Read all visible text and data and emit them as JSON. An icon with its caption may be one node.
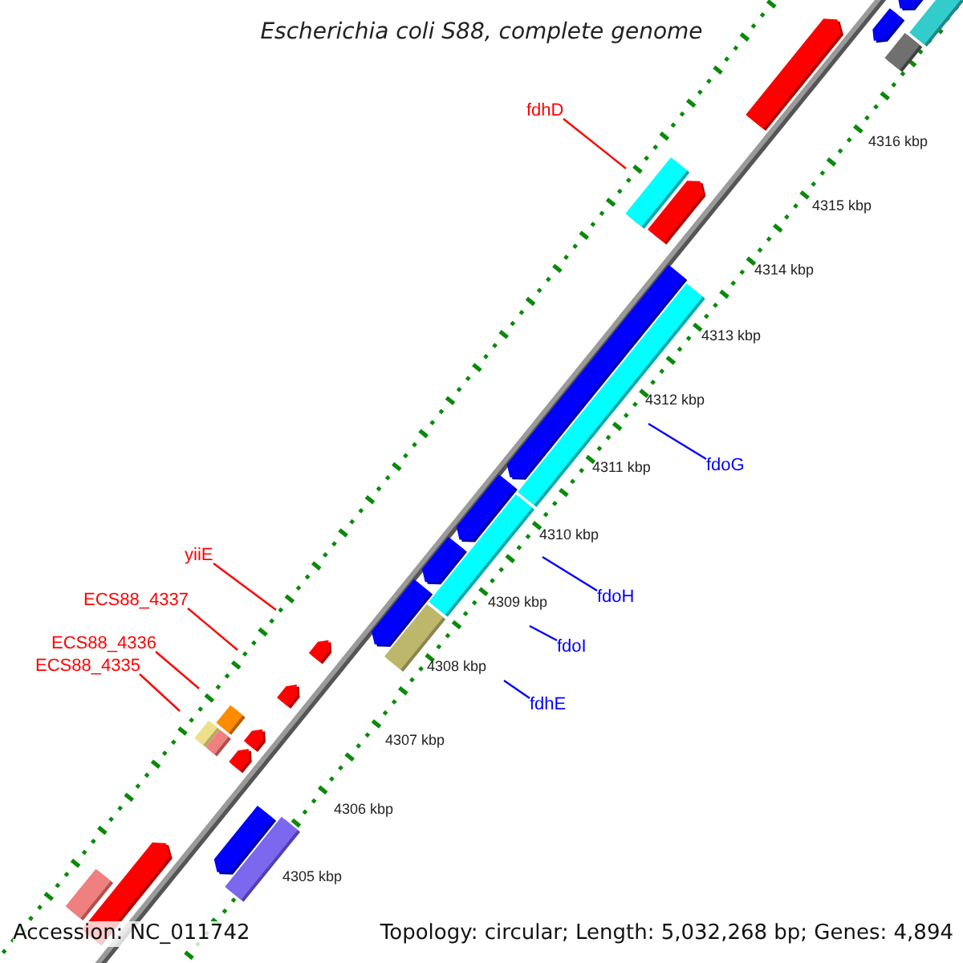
{
  "diagram": {
    "title": "Escherichia coli S88, complete genome",
    "nodes": [
      {
        "text": [
          "fdhD"
        ]
      },
      {
        "text": [
          "yiiE"
        ]
      },
      {
        "text": [
          "ECS88_4337"
        ]
      },
      {
        "text": [
          "ECS88_4336"
        ]
      },
      {
        "text": [
          "ECS88_4335"
        ]
      },
      {
        "text": [
          "fdoG"
        ]
      },
      {
        "text": [
          "fdoH"
        ]
      },
      {
        "text": [
          "fdoI"
        ]
      },
      {
        "text": [
          "fdhE"
        ]
      }
    ],
    "edges": [
      {
        "from": 0,
        "to": null,
        "arrow": "none"
      },
      {
        "from": 1,
        "to": null,
        "arrow": "none"
      },
      {
        "from": 2,
        "to": null,
        "arrow": "none"
      },
      {
        "from": 3,
        "to": null,
        "arrow": "none"
      },
      {
        "from": 4,
        "to": null,
        "arrow": "none"
      },
      {
        "from": 5,
        "to": null,
        "arrow": "none",
        "color": "#0000ff"
      },
      {
        "from": 6,
        "to": null,
        "arrow": "none",
        "color": "#0000ff"
      },
      {
        "from": 7,
        "to": null,
        "arrow": "none",
        "color": "#0000ff"
      },
      {
        "from": 8,
        "to": null,
        "arrow": "none",
        "color": "#0000ff"
      }
    ],
    "labels": [
      "4316 kbp",
      "4315 kbp",
      "4314 kbp",
      "4313 kbp",
      "4312 kbp",
      "4311 kbp",
      "4310 kbp",
      "4309 kbp",
      "4308 kbp",
      "4307 kbp",
      "4306 kbp",
      "4305 kbp",
      "Accession: NC_011742",
      "Topology: circular; Length: 5,032,268 bp; Genes: 4,894"
    ]
  }
}
